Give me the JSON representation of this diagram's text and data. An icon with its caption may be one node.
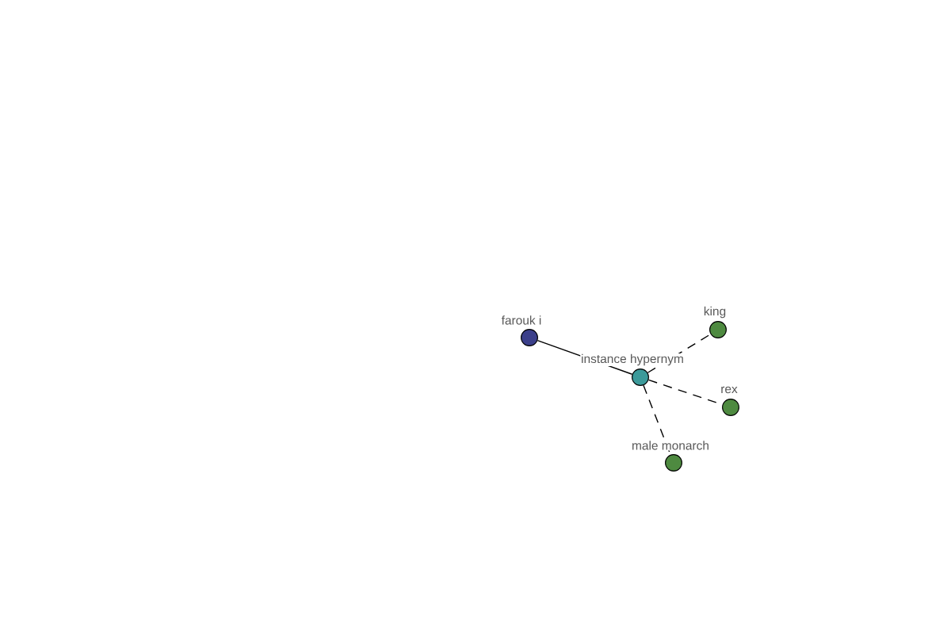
{
  "diagram": {
    "nodes": [
      {
        "text": [
          "farouk i"
        ]
      },
      {
        "text": [
          "instance hypernym"
        ]
      },
      {
        "text": [
          "king"
        ]
      },
      {
        "text": [
          "rex"
        ]
      },
      {
        "text": [
          "male monarch"
        ]
      }
    ],
    "edges": [
      {
        "from": 0,
        "to": 1,
        "arrow": "none"
      },
      {
        "from": 1,
        "to": 2,
        "arrow": "none",
        "style": "dashed"
      },
      {
        "from": 1,
        "to": 3,
        "arrow": "none",
        "style": "dashed"
      },
      {
        "from": 1,
        "to": 4,
        "arrow": "none",
        "style": "dashed"
      }
    ]
  }
}
